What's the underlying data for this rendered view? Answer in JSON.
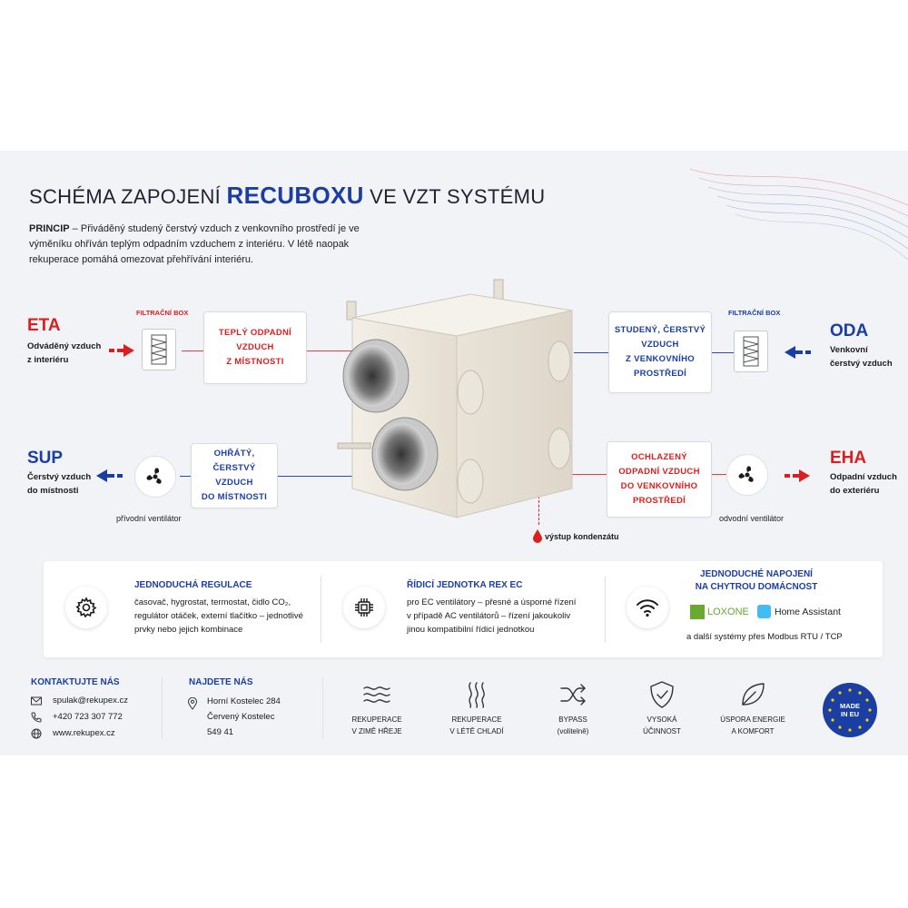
{
  "title": {
    "prefix": "SCHÉMA ZAPOJENÍ ",
    "accent": "RECUBOXU",
    "suffix": " VE VZT SYSTÉMU"
  },
  "principle": {
    "label": "PRINCIP",
    "text": " – Přiváděný studený čerstvý vzduch z venkovního prostředí je ve výměníku ohříván teplým odpadním vzduchem z interiéru. V létě naopak rekuperace pomáhá omezovat přehřívání interiéru."
  },
  "flows": {
    "eta": {
      "code": "ETA",
      "desc": "Odváděný vzduch\nz interiéru",
      "filter_label": "FILTRAČNÍ BOX",
      "box": "TEPLÝ ODPADNÍ\nVZDUCH\nZ MÍSTNOSTI",
      "color": "#d92020"
    },
    "oda": {
      "code": "ODA",
      "desc": "Venkovní\nčerstvý vzduch",
      "filter_label": "FILTRAČNÍ BOX",
      "box": "STUDENÝ, ČERSTVÝ\nVZDUCH\nZ VENKOVNÍHO\nPROSTŘEDÍ",
      "color": "#1b3ea3"
    },
    "sup": {
      "code": "SUP",
      "desc": "Čerstvý vzduch\ndo místnosti",
      "fan_label": "přívodní ventilátor",
      "box": "OHŘÁTÝ, ČERSTVÝ\nVZDUCH\nDO MÍSTNOSTI",
      "color": "#1b3ea3"
    },
    "eha": {
      "code": "EHA",
      "desc": "Odpadní vzduch\ndo exteriéru",
      "fan_label": "odvodní ventilátor",
      "box": "OCHLAZENÝ\nODPADNÍ VZDUCH\nDO VENKOVNÍHO\nPROSTŘEDÍ",
      "color": "#d92020"
    }
  },
  "condensate": "výstup kondenzátu",
  "features": [
    {
      "icon": "gear-icon",
      "title": "JEDNODUCHÁ REGULACE",
      "text": "časovač, hygrostat, termostat, čidlo CO₂,\nregulátor otáček, externí tlačítko – jednotlivé\nprvky nebo jejich kombinace"
    },
    {
      "icon": "chip-icon",
      "title": "ŘÍDICÍ JEDNOTKA REX EC",
      "text": "pro EC ventilátory – přesné a úsporné řízení\nv případě AC ventilátorů – řízení jakoukoliv\njinou kompatibilní řídicí jednotkou"
    },
    {
      "icon": "wifi-icon",
      "title": "JEDNODUCHÉ NAPOJENÍ\nNA CHYTROU DOMÁCNOST",
      "logos": [
        "LOXONE",
        "Home Assistant"
      ],
      "text": "a další systémy přes Modbus RTU / TCP"
    }
  ],
  "footer": {
    "contact": {
      "heading": "KONTAKTUJTE NÁS",
      "email": "spulak@rekupex.cz",
      "phone": "+420 723 307 772",
      "web": "www.rekupex.cz"
    },
    "address": {
      "heading": "NAJDETE NÁS",
      "line1": "Horní Kostelec 284",
      "line2": "Červený Kostelec",
      "line3": "549 41"
    },
    "benefits": [
      {
        "icon": "wind-icon",
        "label": "REKUPERACE\nV ZIMĚ HŘEJE"
      },
      {
        "icon": "heat-icon",
        "label": "REKUPERACE\nV LÉTĚ CHLADÍ"
      },
      {
        "icon": "shuffle-icon",
        "label": "BYPASS\n(volitelně)"
      },
      {
        "icon": "shield-icon",
        "label": "VYSOKÁ\nÚČINNOST"
      },
      {
        "icon": "leaf-icon",
        "label": "ÚSPORA ENERGIE\nA KOMFORT"
      }
    ],
    "badge": "MADE\nIN EU"
  },
  "colors": {
    "red": "#d92020",
    "blue": "#1b3ea3",
    "panel": "#f2f3f7"
  }
}
